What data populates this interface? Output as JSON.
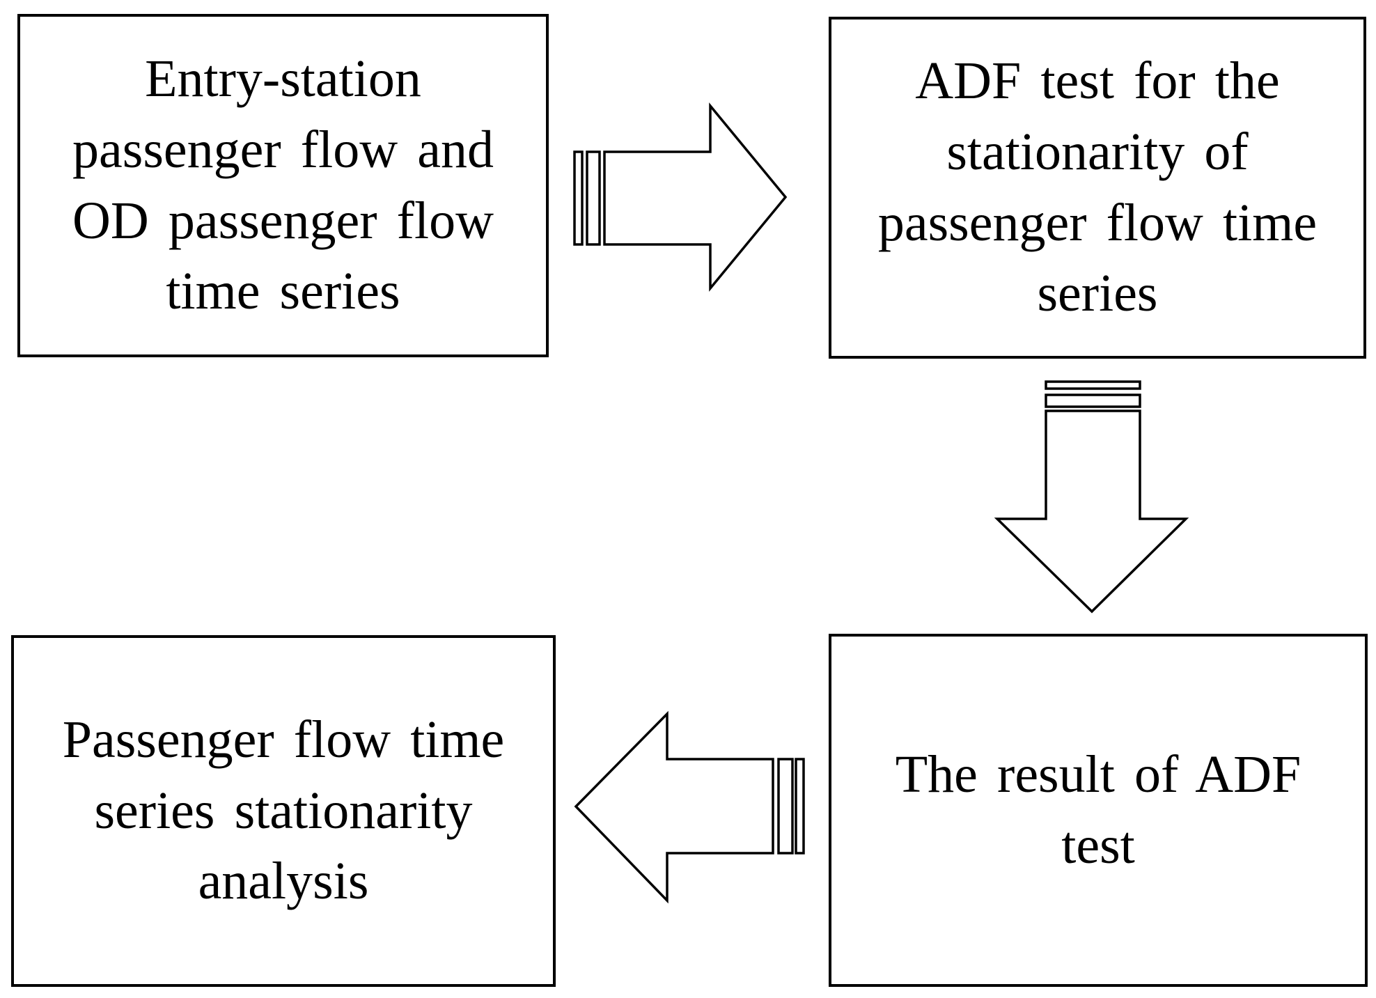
{
  "figure": {
    "background_color": "#ffffff",
    "line_color": "#000000",
    "text_color": "#000000",
    "boxes": [
      {
        "id": "entry-station-passenger-flow",
        "lines": [
          "Entry-station",
          "passenger flow and",
          "OD passenger flow",
          "time series"
        ]
      },
      {
        "id": "adf-test-stationarity",
        "lines": [
          "ADF test for the",
          "stationarity of",
          "passenger flow time",
          "series"
        ]
      },
      {
        "id": "adf-test-result",
        "lines": [
          "The result of ADF",
          "test"
        ]
      },
      {
        "id": "stationarity-analysis",
        "lines": [
          "Passenger flow time",
          "series stationarity",
          "analysis"
        ]
      }
    ],
    "arrows": [
      {
        "name": "striped-right-arrow",
        "direction": "right",
        "from": "entry-station-passenger-flow",
        "to": "adf-test-stationarity"
      },
      {
        "name": "striped-down-arrow",
        "direction": "down",
        "from": "adf-test-stationarity",
        "to": "adf-test-result"
      },
      {
        "name": "striped-left-arrow",
        "direction": "left",
        "from": "adf-test-result",
        "to": "stationarity-analysis"
      }
    ]
  }
}
